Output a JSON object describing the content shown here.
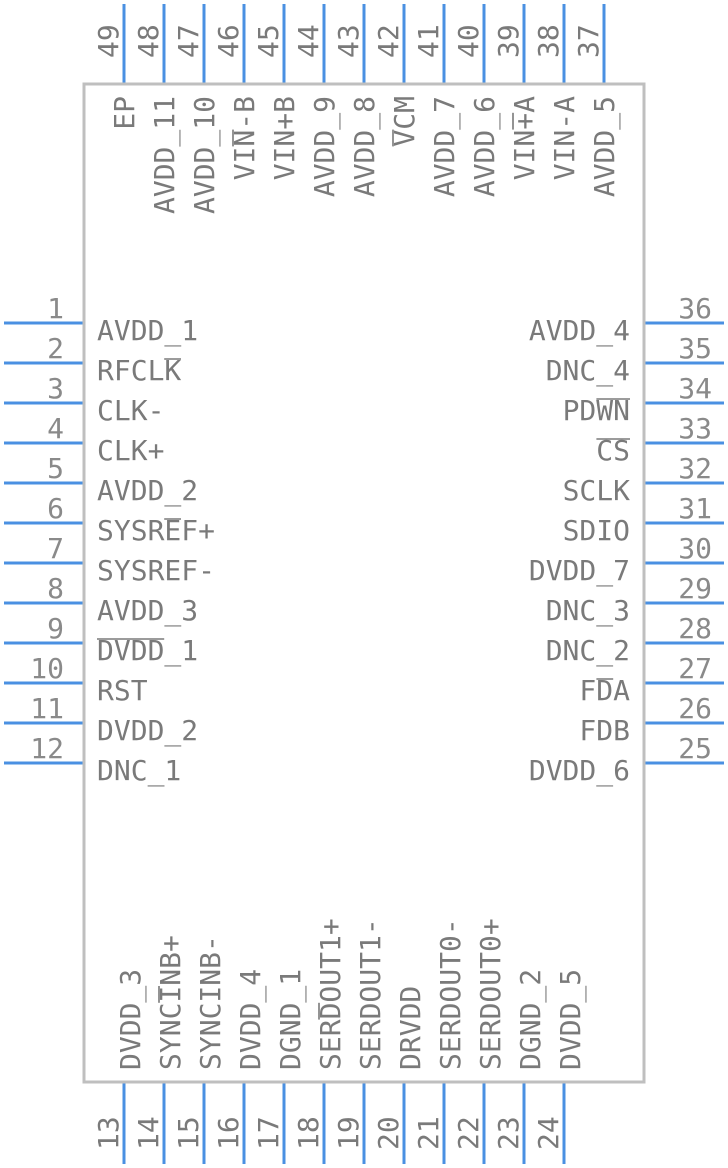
{
  "left_pins": [
    {
      "num": "1",
      "label": "AVDD_1"
    },
    {
      "num": "2",
      "label": "RFCLK",
      "overline": [
        4,
        5
      ]
    },
    {
      "num": "3",
      "label": "CLK-"
    },
    {
      "num": "4",
      "label": "CLK+"
    },
    {
      "num": "5",
      "label": "AVDD_2"
    },
    {
      "num": "6",
      "label": "SYSREF+",
      "overline": [
        4,
        5
      ]
    },
    {
      "num": "7",
      "label": "SYSREF-"
    },
    {
      "num": "8",
      "label": "AVDD_3"
    },
    {
      "num": "9",
      "label": "DVDD_1",
      "overline": [
        0,
        4
      ]
    },
    {
      "num": "10",
      "label": "RST"
    },
    {
      "num": "11",
      "label": "DVDD_2"
    },
    {
      "num": "12",
      "label": "DNC_1"
    }
  ],
  "right_pins": [
    {
      "num": "36",
      "label": "AVDD_4"
    },
    {
      "num": "35",
      "label": "DNC_4"
    },
    {
      "num": "34",
      "label": "PDWN",
      "overline": [
        2,
        4
      ]
    },
    {
      "num": "33",
      "label": "CS",
      "overline": [
        0,
        2
      ]
    },
    {
      "num": "32",
      "label": "SCLK"
    },
    {
      "num": "31",
      "label": "SDIO"
    },
    {
      "num": "30",
      "label": "DVDD_7"
    },
    {
      "num": "29",
      "label": "DNC_3"
    },
    {
      "num": "28",
      "label": "DNC_2"
    },
    {
      "num": "27",
      "label": "FDA",
      "overline": [
        1,
        2
      ]
    },
    {
      "num": "26",
      "label": "FDB"
    },
    {
      "num": "25",
      "label": "DVDD_6"
    }
  ],
  "top_pins": [
    {
      "num": "49",
      "label": "EP"
    },
    {
      "num": "48",
      "label": "AVDD_11"
    },
    {
      "num": "47",
      "label": "AVDD_10"
    },
    {
      "num": "46",
      "label": "VIN-B",
      "overline": [
        2,
        3
      ]
    },
    {
      "num": "45",
      "label": "VIN+B"
    },
    {
      "num": "44",
      "label": "AVDD_9"
    },
    {
      "num": "43",
      "label": "AVDD_8"
    },
    {
      "num": "42",
      "label": "VCM",
      "overline": [
        0,
        1
      ]
    },
    {
      "num": "41",
      "label": "AVDD_7"
    },
    {
      "num": "40",
      "label": "AVDD_6"
    },
    {
      "num": "39",
      "label": "VIN+A",
      "overline": [
        3,
        4
      ]
    },
    {
      "num": "38",
      "label": "VIN-A"
    },
    {
      "num": "37",
      "label": "AVDD_5"
    }
  ],
  "bottom_pins": [
    {
      "num": "13",
      "label": "DVDD_3"
    },
    {
      "num": "14",
      "label": "SYNCINB+",
      "overline": [
        4,
        5
      ]
    },
    {
      "num": "15",
      "label": "SYNCINB-"
    },
    {
      "num": "16",
      "label": "DVDD_4"
    },
    {
      "num": "17",
      "label": "DGND_1"
    },
    {
      "num": "18",
      "label": "SERDOUT1+",
      "overline": [
        3,
        4
      ]
    },
    {
      "num": "19",
      "label": "SERDOUT1-"
    },
    {
      "num": "20",
      "label": "DRVDD"
    },
    {
      "num": "21",
      "label": "SERDOUT0-"
    },
    {
      "num": "22",
      "label": "SERDOUT0+"
    },
    {
      "num": "23",
      "label": "DGND_2"
    },
    {
      "num": "24",
      "label": "DVDD_5"
    }
  ]
}
